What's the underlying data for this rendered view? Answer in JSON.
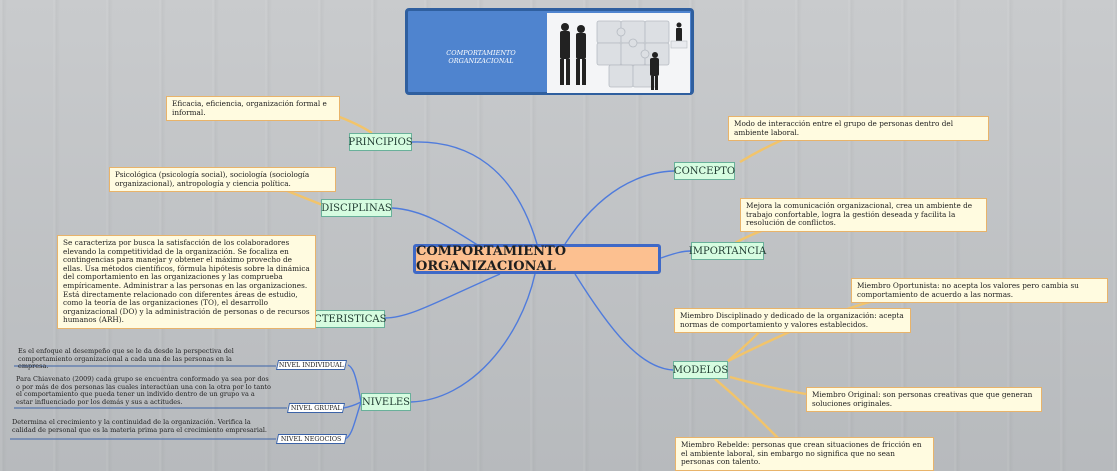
{
  "header": {
    "title": "COMPORTAMIENTO ORGANIZACIONAL"
  },
  "central": {
    "label": "COMPORTAMIENTO ORGANIZACIONAL"
  },
  "topics": {
    "principios": {
      "label": "PRINCIPIOS",
      "note": "Eficacia, eficiencia, organización formal e informal."
    },
    "disciplinas": {
      "label": "DISCIPLINAS",
      "note": "Psicológica (psicología social), sociología (sociología organizacional), antropología y ciencia política."
    },
    "caracteristicas": {
      "label": "CARACTERISTICAS",
      "note": "Se caracteriza por busca la satisfacción de los colaboradores elevando la competitividad de la organización. Se focaliza en contingencias para  manejar y obtener el máximo provecho de ellas. Usa métodos científicos, fórmula hipótesis sobre la dinámica del comportamiento en las organizaciones y las comprueba empíricamente. Administrar a las personas en las organizaciones. Está directamente relacionado con diferentes áreas de estudio, como la teoría de las organizaciones (TO), el desarrollo organizacional (DO) y la administración de personas o de recursos humanos (ARH)."
    },
    "niveles": {
      "label": "NIVELES",
      "items": [
        {
          "label": "NIVEL INDIVIDUAL",
          "text": "Es el enfoque al desempeño que se le da desde la perspectiva del comportamiento organizacional a cada una de las personas en la empresa."
        },
        {
          "label": "NIVEL GRUPAL",
          "text": "Para Chiavenato (2009) cada grupo se encuentra conformado ya sea por dos o por más de dos personas las cuales interactúan una con la otra por lo tanto el comportamiento que pueda tener un individo dentro de un grupo va a estar influenciado por los demás y sus a actitudes."
        },
        {
          "label": "NIVEL NEGOCIOS",
          "text": "Determina el crecimiento y la continuidad de la organización. Verifica la calidad de personal que es la materia prima para el crecimiento empresarial."
        }
      ]
    },
    "concepto": {
      "label": "CONCEPTO",
      "note": "Modo de interacción entre el grupo de personas dentro del ambiente laboral."
    },
    "importancia": {
      "label": "IMPORTANCIA",
      "note": "Mejora la comunicación organizacional, crea un ambiente de trabajo confortable, logra la gestión deseada y facilita la resolución de conflictos."
    },
    "modelos": {
      "label": "MODELOS",
      "notes": {
        "oportunista": "Miembro Oportunista: no acepta los valores pero cambia su comportamiento de acuerdo a las normas.",
        "disciplinado": "Miembro Disciplinado y dedicado de la organización: acepta normas de comportamiento y valores establecidos.",
        "original": "Miembro Original: son personas creativas que que generan soluciones originales.",
        "rebelde": "Miembro Rebelde: personas que crean situaciones de fricción en el ambiente laboral, sin embargo no significa que no sean personas con talento."
      }
    }
  },
  "colors": {
    "branch": "#4f7bdc",
    "note_link": "#f2c46a",
    "central_fill": "#fcc090",
    "central_border": "#3f69c7",
    "topic_fill": "#d6fce0",
    "header_fill": "#4f84cf"
  },
  "icons": {
    "header_image": "business-people-assembling-puzzle-image"
  }
}
